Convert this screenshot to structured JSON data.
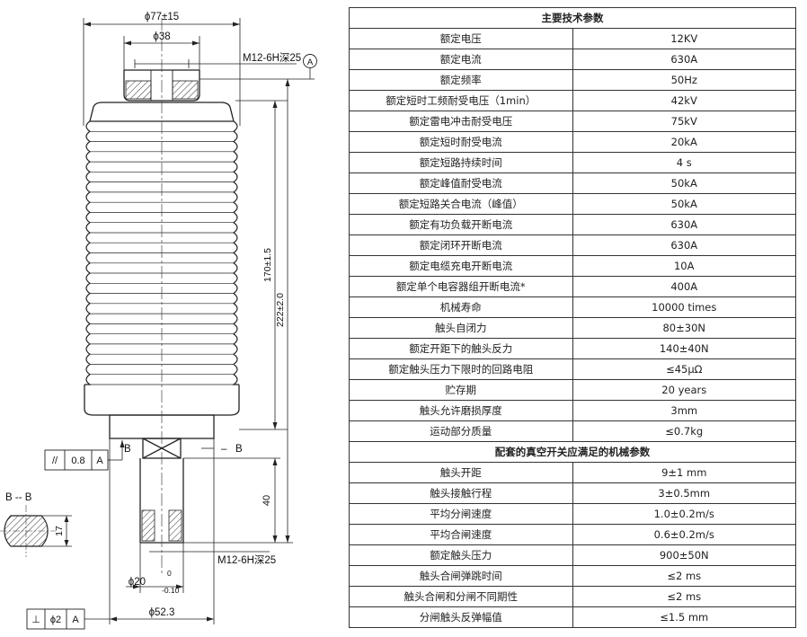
{
  "drawing": {
    "dims": {
      "outer_dia": "ϕ77±15",
      "top_dia": "ϕ38",
      "top_thread": "M12-6H深25",
      "datum_a": "A",
      "height_170": "170±1.5",
      "height_222": "222±2.0",
      "section_b": "B",
      "section_title": "B -- B",
      "section_dim": "17",
      "height_40": "40",
      "bottom_thread": "M12-6H深25",
      "shaft_dia": "ϕ20",
      "shaft_tol_upper": "0",
      "shaft_tol_lower": "-0.10",
      "base_dia": "ϕ52.3"
    },
    "parallelism": {
      "symbol": "//",
      "value": "0.8",
      "datum": "A"
    },
    "perpendicularity": {
      "symbol": "⊥",
      "value": "ϕ2",
      "datum": "A"
    }
  },
  "table": {
    "section1_title": "主要技术参数",
    "section1": [
      {
        "name": "额定电压",
        "value": "12KV"
      },
      {
        "name": "额定电流",
        "value": "630A"
      },
      {
        "name": "额定频率",
        "value": "50Hz"
      },
      {
        "name": "额定短时工频耐受电压（1min）",
        "value": "42kV"
      },
      {
        "name": "额定雷电冲击耐受电压",
        "value": "75kV"
      },
      {
        "name": "额定短时耐受电流",
        "value": "20kA"
      },
      {
        "name": "额定短路持续时间",
        "value": "4 s"
      },
      {
        "name": "额定峰值耐受电流",
        "value": "50kA"
      },
      {
        "name": "额定短路关合电流（峰值）",
        "value": "50kA"
      },
      {
        "name": "额定有功负载开断电流",
        "value": "630A"
      },
      {
        "name": "额定闭环开断电流",
        "value": "630A"
      },
      {
        "name": "额定电缆充电开断电流",
        "value": "10A"
      },
      {
        "name": "额定单个电容器组开断电流*",
        "value": "400A"
      },
      {
        "name": "机械寿命",
        "value": "10000 times"
      },
      {
        "name": "触头自闭力",
        "value": "80±30N"
      },
      {
        "name": "额定开距下的触头反力",
        "value": "140±40N"
      },
      {
        "name": "额定触头压力下限时的回路电阻",
        "value": "≤45μΩ"
      },
      {
        "name": "贮存期",
        "value": "20 years"
      },
      {
        "name": "触头允许磨损厚度",
        "value": "3mm"
      },
      {
        "name": "运动部分质量",
        "value": "≤0.7kg"
      }
    ],
    "section2_title": "配套的真空开关应满足的机械参数",
    "section2": [
      {
        "name": "触头开距",
        "value": "9±1 mm"
      },
      {
        "name": "触头接触行程",
        "value": "3±0.5mm"
      },
      {
        "name": "平均分闸速度",
        "value": "1.0±0.2m/s"
      },
      {
        "name": "平均合闸速度",
        "value": "0.6±0.2m/s"
      },
      {
        "name": "额定触头压力",
        "value": "900±50N"
      },
      {
        "name": "触头合闸弹跳时间",
        "value": "≤2 ms"
      },
      {
        "name": "触头合闸和分闸不同期性",
        "value": "≤2 ms"
      },
      {
        "name": "分闸触头反弹幅值",
        "value": "≤1.5 mm"
      }
    ]
  }
}
